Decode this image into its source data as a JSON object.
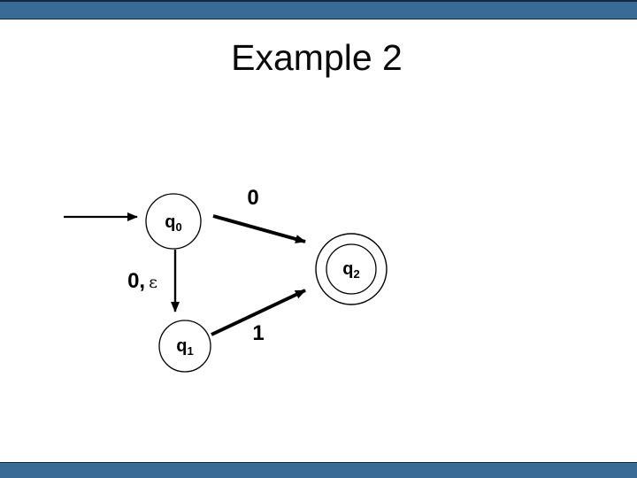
{
  "slide": {
    "title": "Example 2"
  },
  "theme": {
    "bar_fill": "#3A6A96",
    "bar_border": "#16263F",
    "ink": "#000000",
    "background": "#FFFFFF"
  },
  "automaton": {
    "states": [
      {
        "name": "q0",
        "base": "q",
        "sub": "0",
        "kind": "start"
      },
      {
        "name": "q1",
        "base": "q",
        "sub": "1",
        "kind": "normal"
      },
      {
        "name": "q2",
        "base": "q",
        "sub": "2",
        "kind": "accepting"
      }
    ],
    "transitions": [
      {
        "from": "q0",
        "to": "q2",
        "symbol": "0"
      },
      {
        "from": "q0",
        "to": "q1",
        "symbol": "0,",
        "symbol_epsilon": "ε"
      },
      {
        "from": "q1",
        "to": "q2",
        "symbol": "1"
      }
    ]
  }
}
